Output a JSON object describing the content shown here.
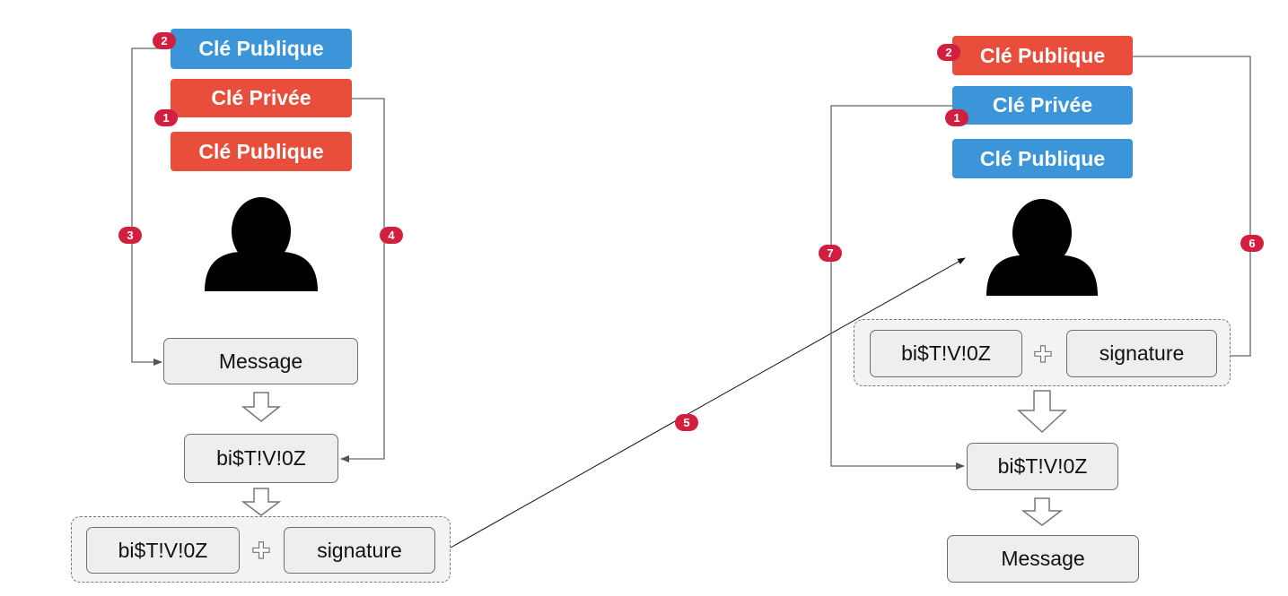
{
  "colors": {
    "red_key": "#e84e3b",
    "blue_key": "#3b95d8",
    "badge": "#d11f3f"
  },
  "sender": {
    "public_key_top": "Clé Publique",
    "private_key": "Clé Privée",
    "public_key": "Clé Publique",
    "message": "Message",
    "cipher": "bi$T!V!0Z",
    "bundle_cipher": "bi$T!V!0Z",
    "bundle_signature": "signature"
  },
  "receiver": {
    "public_key_top": "Clé Publique",
    "private_key": "Clé Privée",
    "public_key": "Clé Publique",
    "bundle_cipher": "bi$T!V!0Z",
    "bundle_signature": "signature",
    "cipher": "bi$T!V!0Z",
    "message": "Message"
  },
  "icons": {
    "plus": "✚",
    "user": "user-silhouette-icon",
    "arrow_down": "down-arrow-icon"
  },
  "badges": {
    "s1": "1",
    "s2": "2",
    "s3": "3",
    "s4": "4",
    "b5": "5",
    "r1": "1",
    "r2": "2",
    "r6": "6",
    "r7": "7"
  }
}
